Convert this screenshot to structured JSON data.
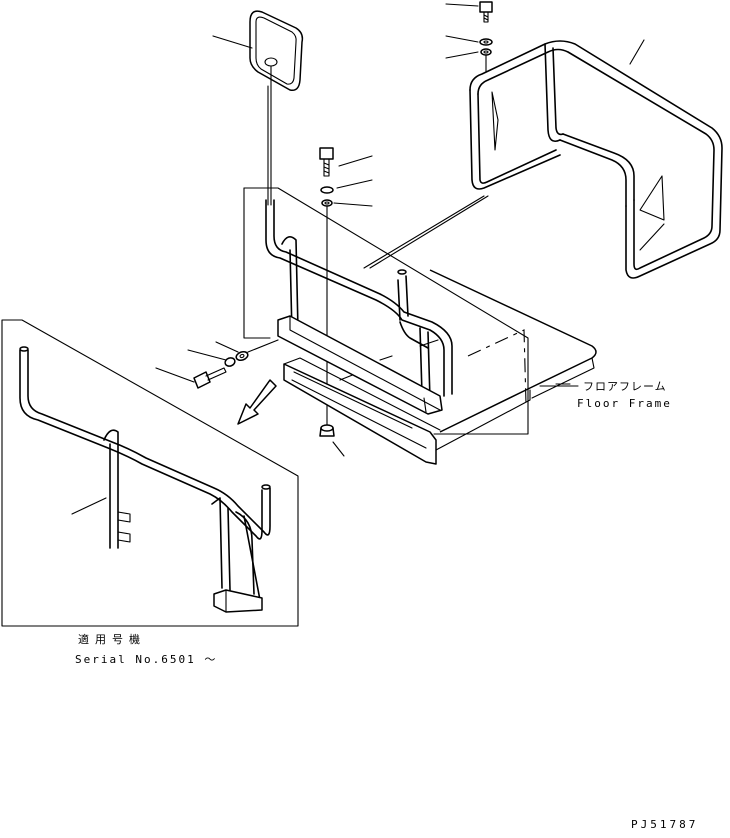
{
  "floor_frame": {
    "label_ja": "フロアフレーム",
    "label_en": "Floor Frame"
  },
  "applicability": {
    "label_ja": "適用号機",
    "label_en": "Serial No.6501 ～"
  },
  "drawing_code": "PJ51787"
}
